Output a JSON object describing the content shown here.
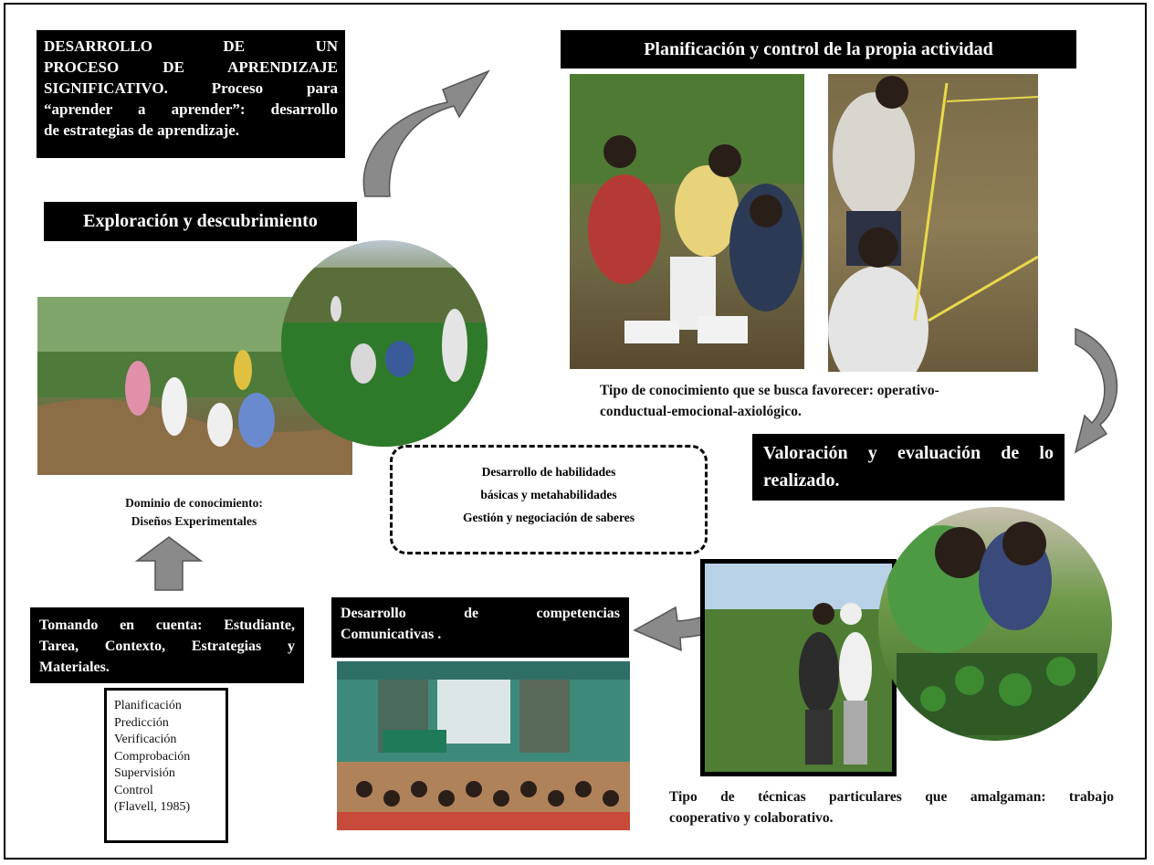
{
  "boxes": {
    "aprendizaje": {
      "line1": "DESARROLLO DE UN",
      "line2": "PROCESO DE APRENDIZAJE",
      "line3": "SIGNIFICATIVO. Proceso para",
      "line4": "“aprender a aprender”: desarrollo",
      "line5": "de estrategias de aprendizaje."
    },
    "planificacion": "Planificación y control de la propia actividad",
    "exploracion": "Exploración y descubrimiento",
    "valoracion": {
      "line1": "Valoración y evaluación de lo",
      "line2": "realizado."
    },
    "tomando": {
      "line1": "Tomando en cuenta: Estudiante,",
      "line2": "Tarea, Contexto, Estrategias y",
      "line3": "Materiales."
    },
    "competencias": {
      "line1": "Desarrollo de competencias",
      "line2": "Comunicativas ."
    }
  },
  "captions": {
    "dominio": {
      "line1": "Dominio de conocimiento:",
      "line2": "Diseños Experimentales"
    },
    "tipo_conocimiento": {
      "line1": "Tipo de conocimiento que se busca favorecer: operativo-",
      "line2": "conductual-emocional-axiológico."
    },
    "tecnicas": {
      "line1": "Tipo de técnicas particulares que amalgaman: trabajo",
      "line2": "cooperativo y colaborativo."
    }
  },
  "center_box": {
    "line1": "Desarrollo de habilidades",
    "line2": "básicas y metahabilidades",
    "line3": "Gestión y negociación de saberes"
  },
  "metacognition_list": {
    "items": [
      "Planificación",
      "Predicción",
      "Verificación",
      "Comprobación",
      "Supervisión",
      "Control"
    ],
    "citation": "(Flavell, 1985)"
  },
  "colors": {
    "box_bg": "#000000",
    "box_text": "#ffffff",
    "arrow_gray": "#8a8a8a"
  }
}
